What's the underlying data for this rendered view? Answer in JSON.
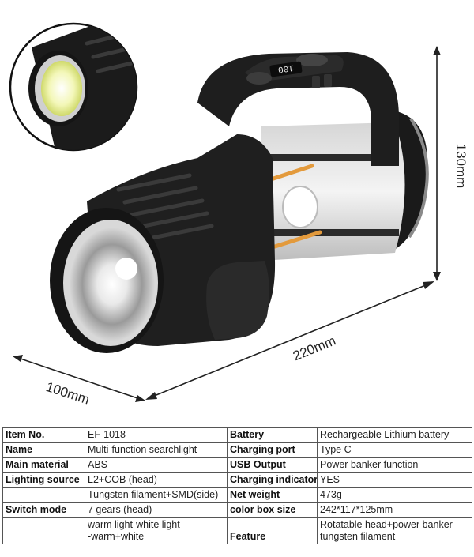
{
  "dimensions": {
    "height": "130mm",
    "length": "220mm",
    "width": "100mm"
  },
  "specs": {
    "rows": [
      {
        "left_key": "Item No.",
        "left_value": "EF-1018",
        "right_key": "Battery",
        "right_value": "Rechargeable Lithium battery"
      },
      {
        "left_key": "Name",
        "left_value": "Multi-function searchlight",
        "right_key": "Charging port",
        "right_value": "Type C"
      },
      {
        "left_key": "Main material",
        "left_value": "ABS",
        "right_key": "USB Output",
        "right_value": "Power banker function"
      },
      {
        "left_key": "Lighting source",
        "left_value": "L2+COB (head)",
        "right_key": "Charging indicator",
        "right_value": "YES"
      },
      {
        "left_key": "",
        "left_value": "Tungsten filament+SMD(side)",
        "right_key": "Net weight",
        "right_value": "473g"
      },
      {
        "left_key": "Switch mode",
        "left_value": "7 gears (head)",
        "right_key": "color box size",
        "right_value": "242*117*125mm"
      }
    ],
    "last_row": {
      "left_key": "",
      "left_value_line1": "warm light-white light",
      "left_value_line2": "-warm+white",
      "right_key": "Feature",
      "right_value_line1": "Rotatable head+power banker",
      "right_value_line2": "tungsten filament"
    }
  },
  "display": {
    "battery_readout": "100"
  },
  "colors": {
    "body": "#1c1c1c",
    "accent_warm": "#e39a3c",
    "cob_yellow": "#e8f07a"
  }
}
